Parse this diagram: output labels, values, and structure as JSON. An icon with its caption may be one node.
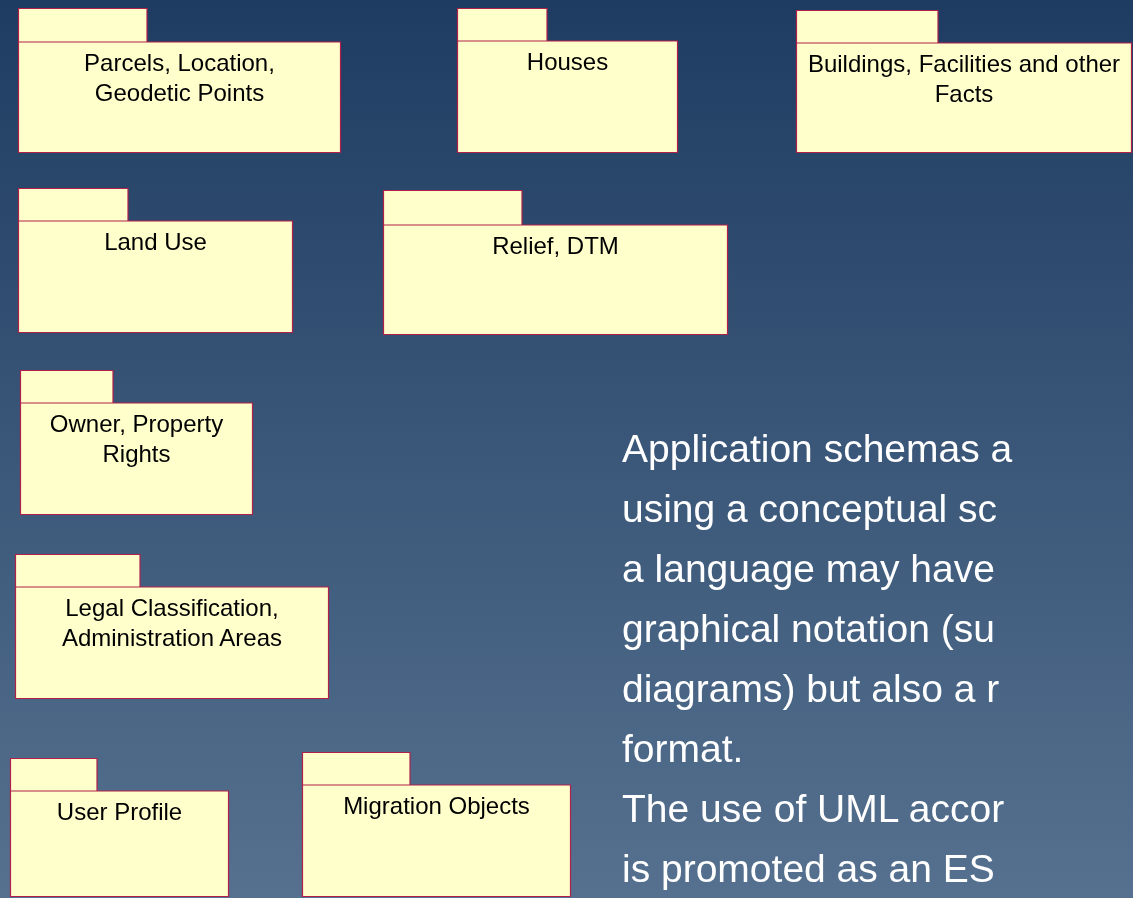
{
  "diagram": {
    "nodes": [
      {
        "text": [
          "Parcels, Location, Geodetic Points"
        ]
      },
      {
        "text": [
          "Houses"
        ]
      },
      {
        "text": [
          "Buildings, Facilities and other Facts"
        ]
      },
      {
        "text": [
          "Land Use"
        ]
      },
      {
        "text": [
          "Relief, DTM"
        ]
      },
      {
        "text": [
          "Owner, Property Rights"
        ]
      },
      {
        "text": [
          "Legal Classification, Administration Areas"
        ]
      },
      {
        "text": [
          "User Profile"
        ]
      },
      {
        "text": [
          "Migration Objects"
        ]
      }
    ],
    "labels": [
      "Application schemas a",
      "using a conceptual sc",
      "a language may have",
      "graphical notation (su",
      "diagrams) but also a r",
      "format.",
      "The use of UML accor",
      "is promoted as an ES"
    ]
  }
}
